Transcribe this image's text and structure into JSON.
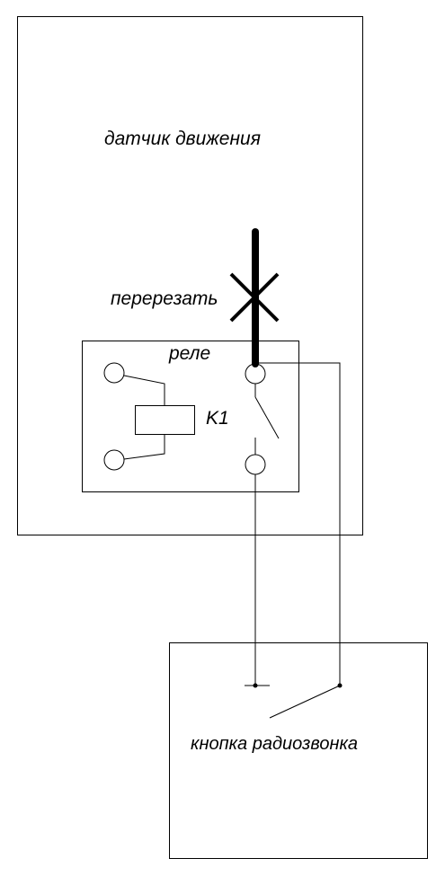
{
  "labels": {
    "motion_sensor": "датчик движения",
    "cut": "перерезать",
    "relay": "реле",
    "coil": "K1",
    "button": "кнопка радиозвонка"
  },
  "colors": {
    "stroke": "#000000",
    "background": "#ffffff"
  }
}
